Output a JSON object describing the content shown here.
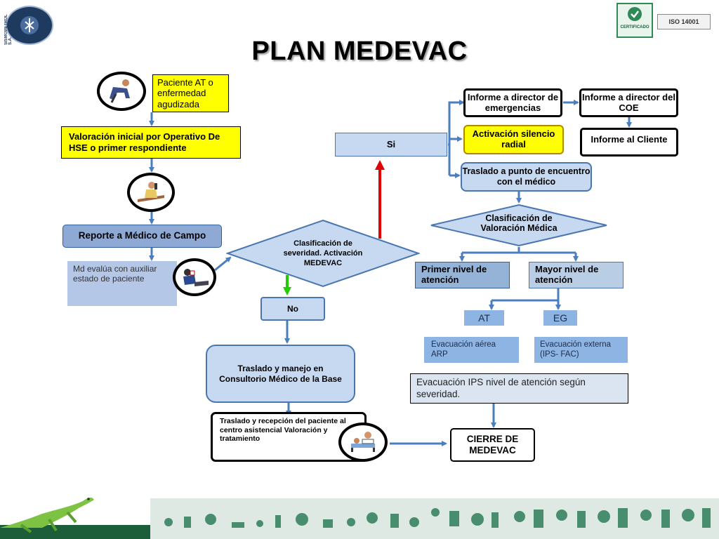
{
  "header": {
    "title": "PLAN MEDEVAC",
    "logo_left_text": "SISMOPETROL S.A.",
    "cert_badge": {
      "line1": "CERTIFICADO",
      "line2": "ISO 14001"
    }
  },
  "colors": {
    "yellow": "#ffff00",
    "light_blue": "#b9cde5",
    "mid_blue": "#95b3d7",
    "arrow_blue": "#4a7ebf",
    "arrow_red": "#e00000",
    "arrow_green": "#22cc00"
  },
  "nodes": {
    "paciente": "Paciente AT o enfermedad agudizada",
    "valoracion": "Valoración inicial por Operativo De HSE o primer respondiente",
    "reporte": "Reporte a Médico de Campo",
    "md_evalua": "Md evalúa con auxiliar estado de paciente",
    "clasificacion": "Clasificación de severidad. Activación MEDEVAC",
    "no": "No",
    "si": "Si",
    "traslado_consultorio": "Traslado y manejo en Consultorio Médico de la Base",
    "traslado_recepcion": "Traslado y recepción del paciente al centro asistencial Valoración y tratamiento",
    "cierre": "CIERRE DE MEDEVAC",
    "informe_director_emergencias": "Informe a director de emergencias",
    "informe_director_coe": "Informe a director del COE",
    "activacion_silencio": "Activación silencio radial",
    "informe_cliente": "Informe al Cliente",
    "traslado_punto": "Traslado a punto de encuentro con el médico",
    "clasificacion_valoracion": "Clasificación de Valoración Médica",
    "primer_nivel": "Primer nivel de atención",
    "mayor_nivel": "Mayor nivel de atención",
    "at": "AT",
    "eg": "EG",
    "evac_aerea": "Evacuación aérea ARP",
    "evac_externa": "Evacuación externa (IPS- FAC)",
    "evac_ips": "Evacuación IPS nivel de atención según severidad."
  },
  "icons": {
    "injured_person": "injured-person-icon",
    "phone_call": "phone-call-icon",
    "first_aid": "first-aid-icon",
    "hospital_bed": "hospital-bed-icon",
    "iguana": "iguana-icon"
  }
}
